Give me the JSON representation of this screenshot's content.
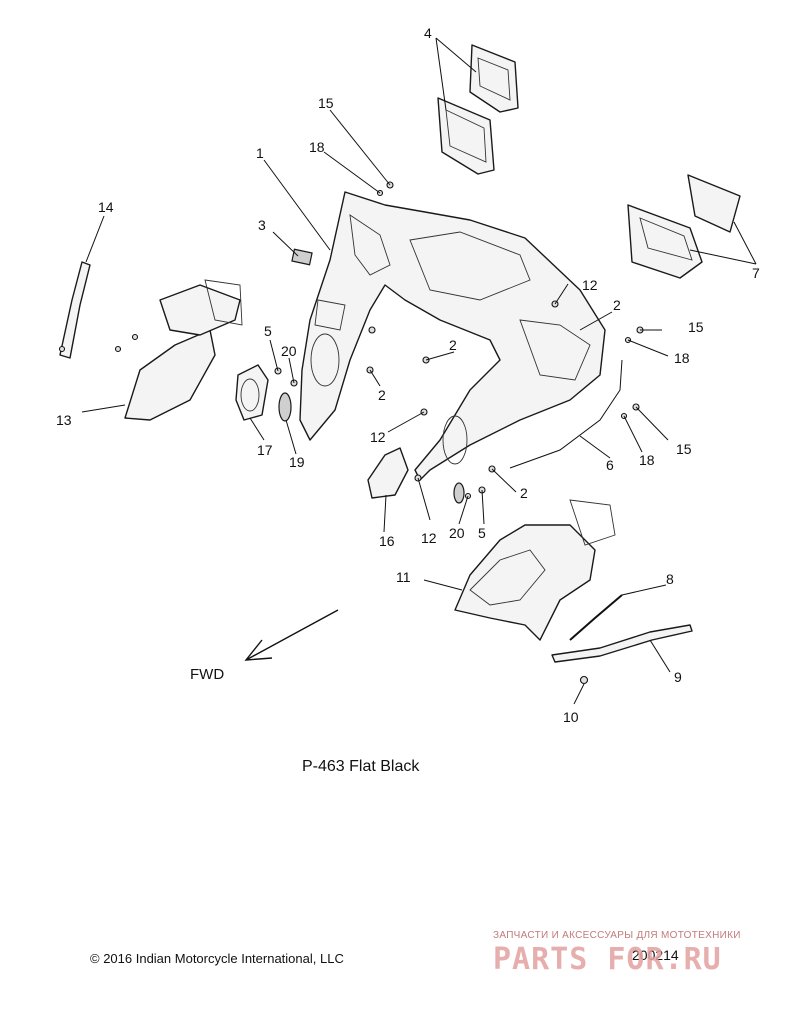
{
  "callouts": {
    "c1": "1",
    "c2a": "2",
    "c2b": "2",
    "c2c": "2",
    "c2d": "2",
    "c3": "3",
    "c4": "4",
    "c5a": "5",
    "c5b": "5",
    "c6": "6",
    "c7": "7",
    "c8": "8",
    "c9": "9",
    "c10": "10",
    "c11": "11",
    "c12a": "12",
    "c12b": "12",
    "c12c": "12",
    "c13": "13",
    "c14": "14",
    "c15a": "15",
    "c15b": "15",
    "c15c": "15",
    "c16": "16",
    "c17": "17",
    "c18a": "18",
    "c18b": "18",
    "c18c": "18",
    "c19": "19",
    "c20a": "20",
    "c20b": "20"
  },
  "fwd_label": "FWD",
  "paint_code": "P-463  Flat Black",
  "copyright": "© 2016 Indian Motorcycle International, LLC",
  "diagram_number": "200214",
  "watermark": {
    "tagline": "ЗАПЧАСТИ И АКСЕССУАРЫ ДЛЯ МОТОТЕХНИКИ",
    "logo": "PARTS FOR.RU"
  },
  "colors": {
    "line": "#111111",
    "background": "#ffffff",
    "watermark": "#e3a1a1"
  }
}
